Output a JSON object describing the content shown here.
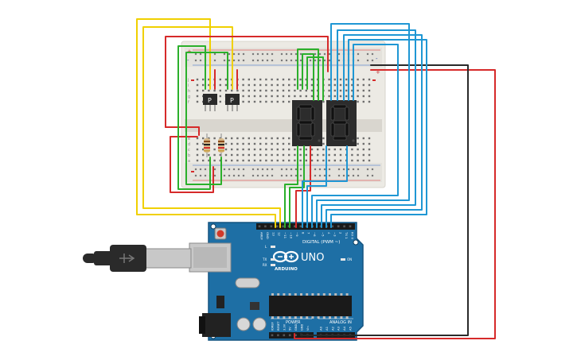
{
  "board": {
    "brand": "ARDUINO",
    "model": "UNO",
    "digital_label": "DIGITAL (PWM ~)",
    "power_label": "POWER",
    "analog_label": "ANALOG IN",
    "led_l": "L",
    "led_tx": "TX",
    "led_rx": "RX",
    "on_label": "ON",
    "digital_pins": [
      "AREF",
      "GND",
      "13",
      "12",
      "~11",
      "~10",
      "~9",
      "8",
      "7",
      "~6",
      "~5",
      "4",
      "~3",
      "2",
      "TX 1",
      "RX 0"
    ],
    "power_pins": [
      "IOREF",
      "RESET",
      "3.3V",
      "5V",
      "GND",
      "GND",
      "Vin"
    ],
    "analog_pins": [
      "A0",
      "A1",
      "A2",
      "A3",
      "A4",
      "A5"
    ]
  },
  "breadboard": {
    "rail_plus": "+",
    "rail_minus": "-",
    "row_letters_top": [
      "j",
      "i",
      "h",
      "g",
      "f"
    ],
    "row_letters_bottom": [
      "e",
      "d",
      "c",
      "b",
      "a"
    ]
  },
  "transistors": [
    {
      "label": "P"
    },
    {
      "label": "P"
    }
  ],
  "colors": {
    "board": "#1e6fa5",
    "board_dark": "#14547f",
    "breadboard": "#eceae4",
    "wire_yellow": "#f0d000",
    "wire_red": "#d62a2a",
    "wire_green": "#2bb02b",
    "wire_blue": "#1f97d4",
    "wire_black": "#2a2a2a",
    "segment": "#1b1b1b",
    "segment_off": "#3a3a3a"
  }
}
